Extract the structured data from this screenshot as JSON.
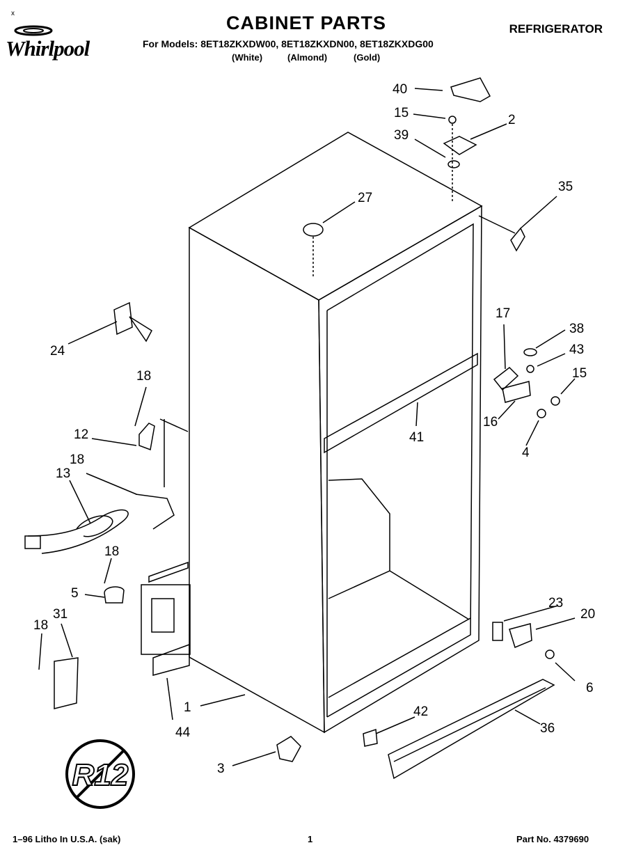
{
  "header": {
    "title": "CABINET PARTS",
    "appliance": "REFRIGERATOR",
    "models_line": "For Models: 8ET18ZKXDW00, 8ET18ZKXDN00, 8ET18ZKXDG00",
    "colors": [
      "(White)",
      "(Almond)",
      "(Gold)"
    ]
  },
  "brand": {
    "name": "Whirlpool",
    "corner_mark": "x"
  },
  "callouts": [
    "40",
    "15",
    "2",
    "39",
    "35",
    "27",
    "24",
    "18",
    "17",
    "38",
    "43",
    "15",
    "12",
    "18",
    "13",
    "41",
    "16",
    "4",
    "18",
    "5",
    "23",
    "20",
    "18",
    "31",
    "6",
    "1",
    "44",
    "42",
    "36",
    "3"
  ],
  "badge": {
    "text": "R12"
  },
  "footer": {
    "left": "1–96 Litho In U.S.A. (sak)",
    "page": "1",
    "part_no": "Part No. 4379690"
  }
}
